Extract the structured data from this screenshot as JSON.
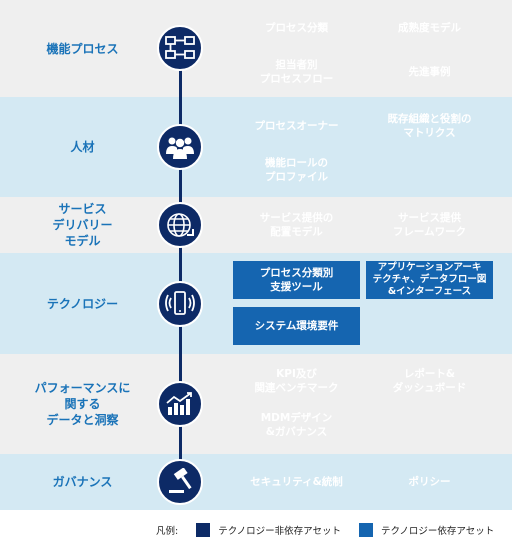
{
  "categories": [
    {
      "label": "機能プロセス",
      "icon": "process-flow-icon",
      "boxes": [
        {
          "text": "プロセス分類",
          "kind": "dark"
        },
        {
          "text": "成熟度モデル",
          "kind": "dark"
        },
        {
          "text": "担当者別\nプロセスフロー",
          "kind": "dark"
        },
        {
          "text": "先進事例",
          "kind": "dark"
        }
      ]
    },
    {
      "label": "人材",
      "icon": "people-group-icon",
      "boxes": [
        {
          "text": "プロセスオーナー",
          "kind": "dark"
        },
        {
          "text": "既存組織と役割の\nマトリクス",
          "kind": "dark"
        },
        {
          "text": "機能ロールの\nプロファイル",
          "kind": "dark"
        }
      ]
    },
    {
      "label": "サービス\nデリバリー\nモデル",
      "icon": "globe-icon",
      "boxes": [
        {
          "text": "サービス提供の\n配置モデル",
          "kind": "dark"
        },
        {
          "text": "サービス提供\nフレームワーク",
          "kind": "dark"
        }
      ]
    },
    {
      "label": "テクノロジー",
      "icon": "mobile-signal-icon",
      "boxes": [
        {
          "text": "プロセス分類別\n支援ツール",
          "kind": "light"
        },
        {
          "text": "アプリケーションアーキ\nテクチャ、データフロー図\n&インターフェース",
          "kind": "light"
        },
        {
          "text": "システム環境要件",
          "kind": "light"
        }
      ]
    },
    {
      "label": "パフォーマンスに\n関する\nデータと洞察",
      "icon": "bar-chart-trend-icon",
      "boxes": [
        {
          "text": "KPI及び\n関連ベンチマーク",
          "kind": "dark"
        },
        {
          "text": "レポート&\nダッシュボード",
          "kind": "dark"
        },
        {
          "text": "MDMデザイン\n&ガバナンス",
          "kind": "dark"
        }
      ]
    },
    {
      "label": "ガバナンス",
      "icon": "gavel-icon",
      "boxes": [
        {
          "text": "セキュリティ&統制",
          "kind": "dark"
        },
        {
          "text": "ポリシー",
          "kind": "dark"
        }
      ]
    }
  ],
  "legend": {
    "title": "凡例:",
    "dark_label": "テクノロジー非依存アセット",
    "light_label": "テクノロジー依存アセット",
    "dark_color": "#0d2a66",
    "light_color": "#1565b0"
  }
}
